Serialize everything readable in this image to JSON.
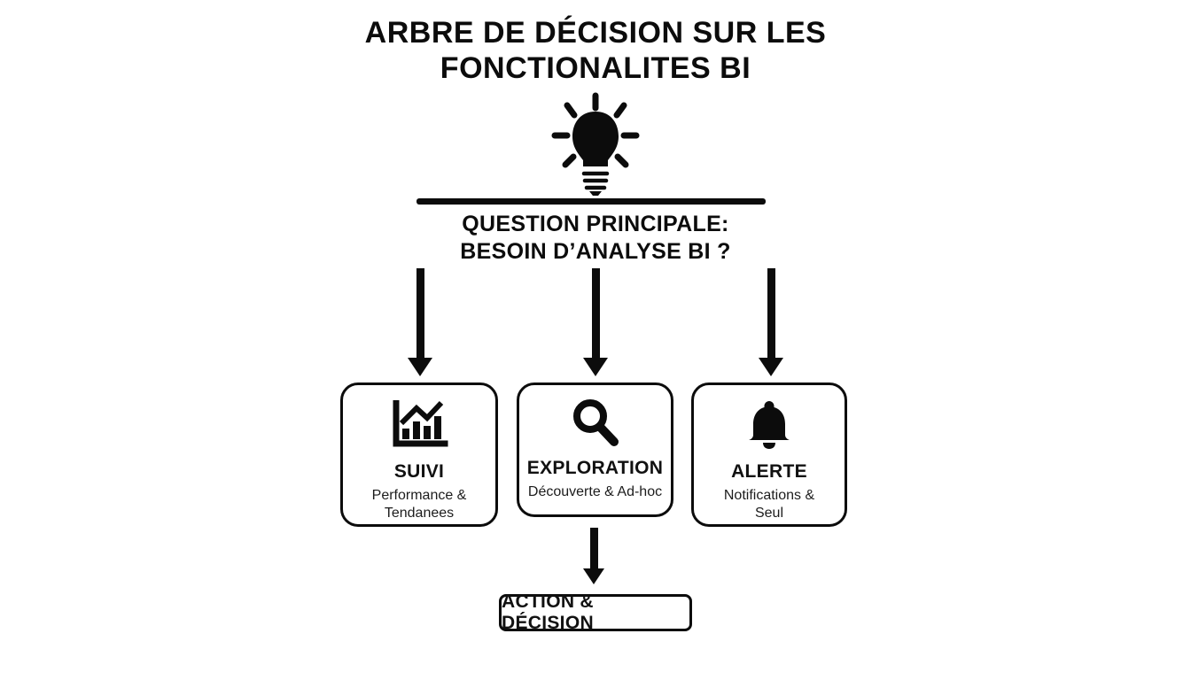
{
  "title": {
    "line1": "ARBRE DE DÉCISION SUR LES",
    "line2": "FONCTIONALITES BI"
  },
  "question": {
    "line1": "QUESTION PRINCIPALE:",
    "line2": "BESOIN D’ANALYSE BI ?"
  },
  "branches": [
    {
      "icon": "bar-chart-icon",
      "title": "SUIVI",
      "subtitle_lines": [
        "Performance &",
        "Tendanees"
      ]
    },
    {
      "icon": "magnifier-icon",
      "title": "EXPLORATION",
      "subtitle_lines": [
        "Découverte & Ad-hoc",
        ""
      ]
    },
    {
      "icon": "bell-icon",
      "title": "ALERTE",
      "subtitle_lines": [
        "Notifications &",
        "Seul"
      ]
    }
  ],
  "outcome": {
    "label": "ACTION & DÉCISION"
  },
  "colors": {
    "ink": "#111111",
    "background": "#ffffff"
  }
}
